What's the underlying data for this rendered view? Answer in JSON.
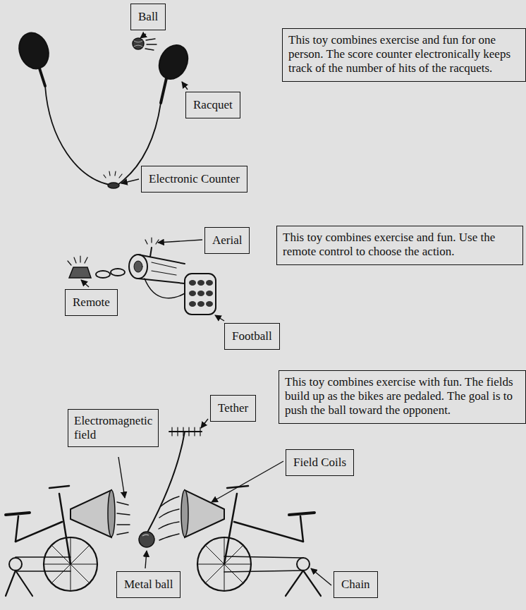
{
  "diagram": {
    "nodes": [
      {
        "text": [
          "Ball"
        ]
      },
      {
        "text": [
          "This toy combines exercise and fun for one person. The score counter electronically keeps track of the number of hits of the racquets."
        ]
      },
      {
        "text": [
          "Racquet"
        ]
      },
      {
        "text": [
          "Electronic Counter"
        ]
      },
      {
        "text": [
          "Aerial"
        ]
      },
      {
        "text": [
          "This toy combines exercise and fun. Use the remote control to choose the action."
        ]
      },
      {
        "text": [
          "Remote"
        ]
      },
      {
        "text": [
          "Football"
        ]
      },
      {
        "text": [
          "This toy combines exercise with fun. The fields build up as the bikes are pedaled. The goal is to push the ball toward the opponent."
        ]
      },
      {
        "text": [
          "Tether"
        ]
      },
      {
        "text": [
          "Electromagnetic field"
        ]
      },
      {
        "text": [
          "Field Coils"
        ]
      },
      {
        "text": [
          "Metal ball"
        ]
      },
      {
        "text": [
          "Chain"
        ]
      }
    ]
  }
}
